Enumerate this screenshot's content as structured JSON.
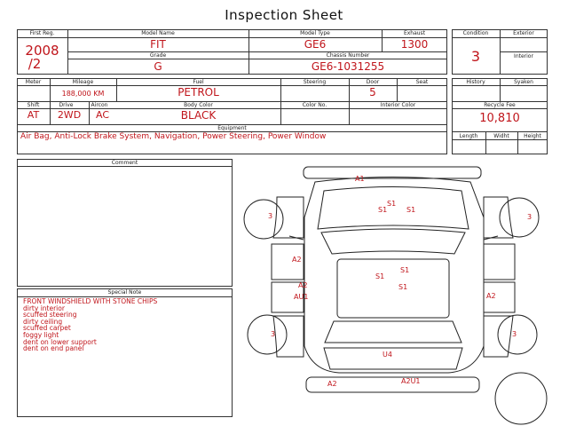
{
  "title": "Inspection Sheet",
  "labels": {
    "first_reg": "First Reg.",
    "model_name": "Model Name",
    "model_type": "Model Type",
    "exhaust": "Exhaust",
    "grade": "Grade",
    "chassis_number": "Chassis Number",
    "condition": "Condition",
    "exterior": "Exterior",
    "interior": "Interior",
    "meter": "Meter",
    "mileage": "Mileage",
    "fuel": "Fuel",
    "steering": "Steering",
    "door": "Door",
    "seat": "Seat",
    "history": "History",
    "syaken": "Syaken",
    "shift": "Shift",
    "drive": "Drive",
    "aircon": "Aircon",
    "body_color": "Body Color",
    "color_no": "Color No.",
    "interior_color": "Interior Color",
    "recycle_fee": "Recycle Fee",
    "equipment": "Equipment",
    "length": "Length",
    "width": "Widht",
    "height": "Height",
    "comment": "Comment",
    "special_note": "Special Note"
  },
  "values": {
    "first_reg_year": "2008",
    "first_reg_month": "/2",
    "model_name": "FIT",
    "model_type": "GE6",
    "exhaust": "1300",
    "grade": "G",
    "chassis_number": "GE6-1031255",
    "condition": "3",
    "mileage": "188,000 KM",
    "fuel": "PETROL",
    "door": "5",
    "shift": "AT",
    "drive": "2WD",
    "aircon": "AC",
    "body_color": "BLACK",
    "recycle_fee": "10,810",
    "equipment": "Air Bag, Anti-Lock Brake System, Navigation, Power Steering, Power Window"
  },
  "special_note_lines": [
    "FRONT WINDSHIELD WITH STONE CHIPS",
    "dirty interior",
    "scuffed steering",
    "dirty ceiling",
    "scuffed carpet",
    "foggy light",
    "dent on lower support",
    "dent on end panel"
  ],
  "damage_marks": {
    "a1_front": "A1",
    "s1_hood_top": "S1",
    "s1_hood_left": "S1",
    "s1_hood_right": "S1",
    "wheel_fl": "3",
    "wheel_fr": "3",
    "a2_left_door": "A2",
    "s1_roof_right": "S1",
    "s1_roof_mid": "S1",
    "s1_roof_low": "S1",
    "a2_left_rear": "A2",
    "au1_left": "AU1",
    "a2_right": "A2",
    "wheel_rl": "3",
    "wheel_rr": "3",
    "u4_trunk": "U4",
    "a2_rear_bumper": "A2",
    "a2u1_rear": "A2U1"
  },
  "colors": {
    "accent": "#c0151b",
    "line": "#333333"
  }
}
